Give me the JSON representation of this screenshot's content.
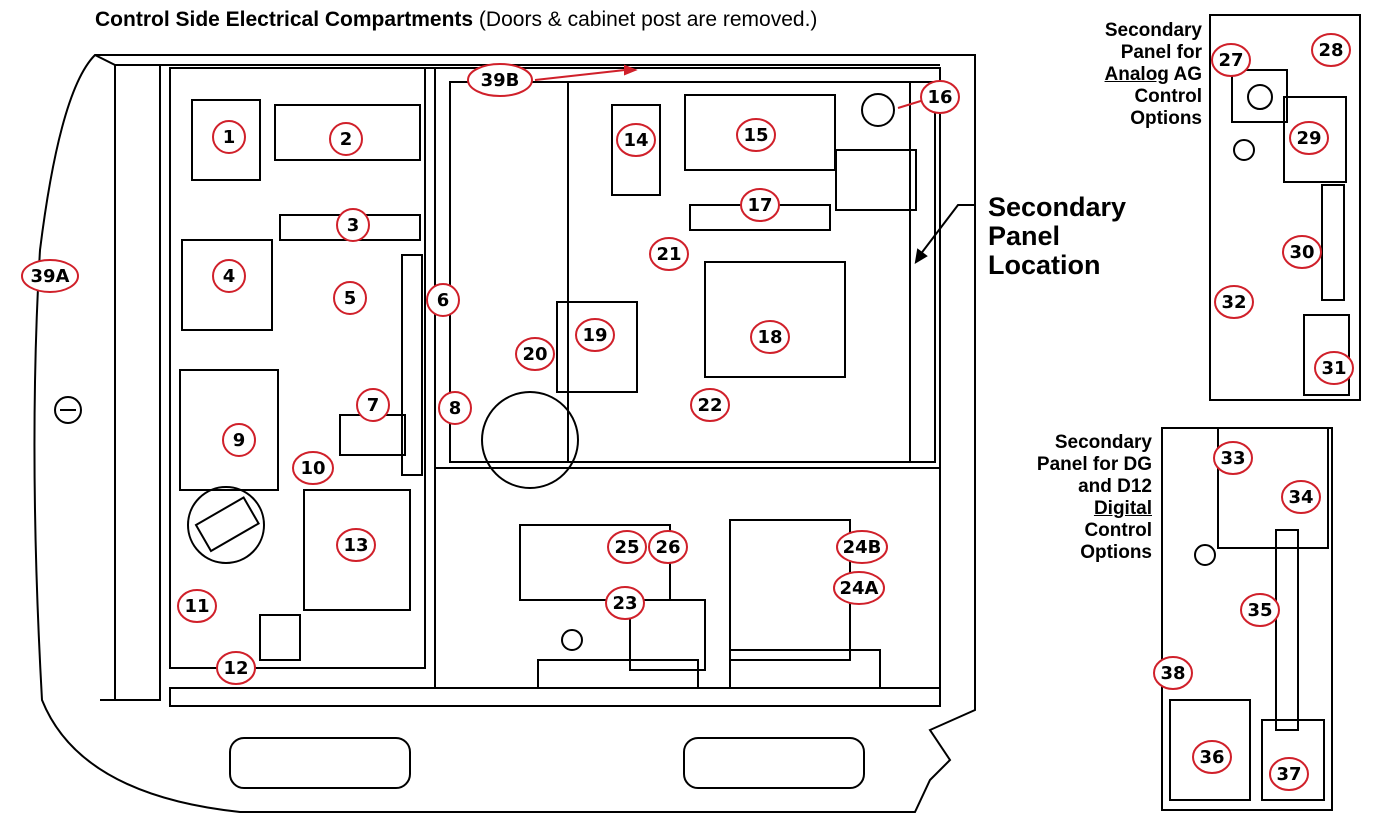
{
  "title": {
    "bold": "Control Side Electrical Compartments",
    "normal": " (Doors & cabinet post are removed.)"
  },
  "location_label": {
    "line1": "Secondary",
    "line2": "Panel",
    "line3": "Location"
  },
  "panel_analog": {
    "line1": "Secondary",
    "line2": "Panel for",
    "underline": "Analog",
    "line3_rest": " AG",
    "line4": "Control",
    "line5": "Options"
  },
  "panel_digital": {
    "line1": "Secondary",
    "line2": "Panel for DG",
    "line3": "and D12",
    "underline": "Digital",
    "line5": "Control",
    "line6": "Options"
  },
  "callouts": [
    "1",
    "2",
    "3",
    "4",
    "5",
    "6",
    "7",
    "8",
    "9",
    "10",
    "11",
    "12",
    "13",
    "14",
    "15",
    "16",
    "17",
    "18",
    "19",
    "20",
    "21",
    "22",
    "23",
    "24A",
    "24B",
    "25",
    "26",
    "27",
    "28",
    "29",
    "30",
    "31",
    "32",
    "33",
    "34",
    "35",
    "36",
    "37",
    "38",
    "39A",
    "39B"
  ],
  "colors": {
    "callout_ring": "#d0202a",
    "line": "#000000"
  }
}
